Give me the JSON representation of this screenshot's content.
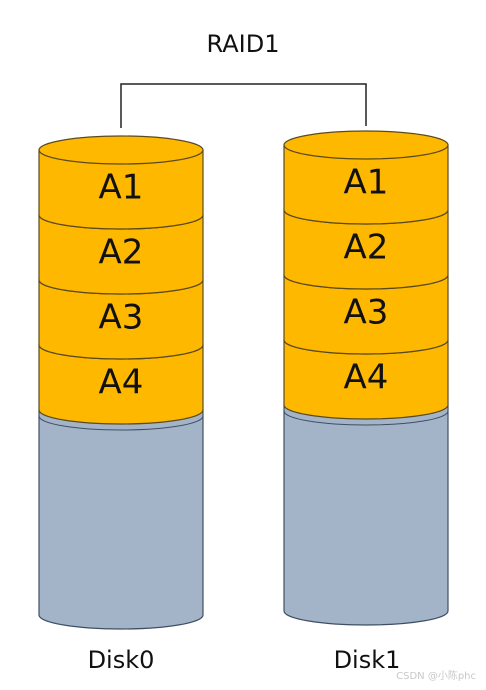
{
  "title": "RAID1",
  "colors": {
    "block_fill": "#FFB800",
    "block_stroke": "#5A4A1E",
    "empty_fill": "#A3B4C9",
    "empty_stroke": "#3F4F63",
    "line": "#222222",
    "text": "#111111"
  },
  "disks": [
    {
      "label": "Disk0",
      "blocks": [
        "A1",
        "A2",
        "A3",
        "A4"
      ]
    },
    {
      "label": "Disk1",
      "blocks": [
        "A1",
        "A2",
        "A3",
        "A4"
      ]
    }
  ],
  "watermark": "CSDN @小陈phc"
}
